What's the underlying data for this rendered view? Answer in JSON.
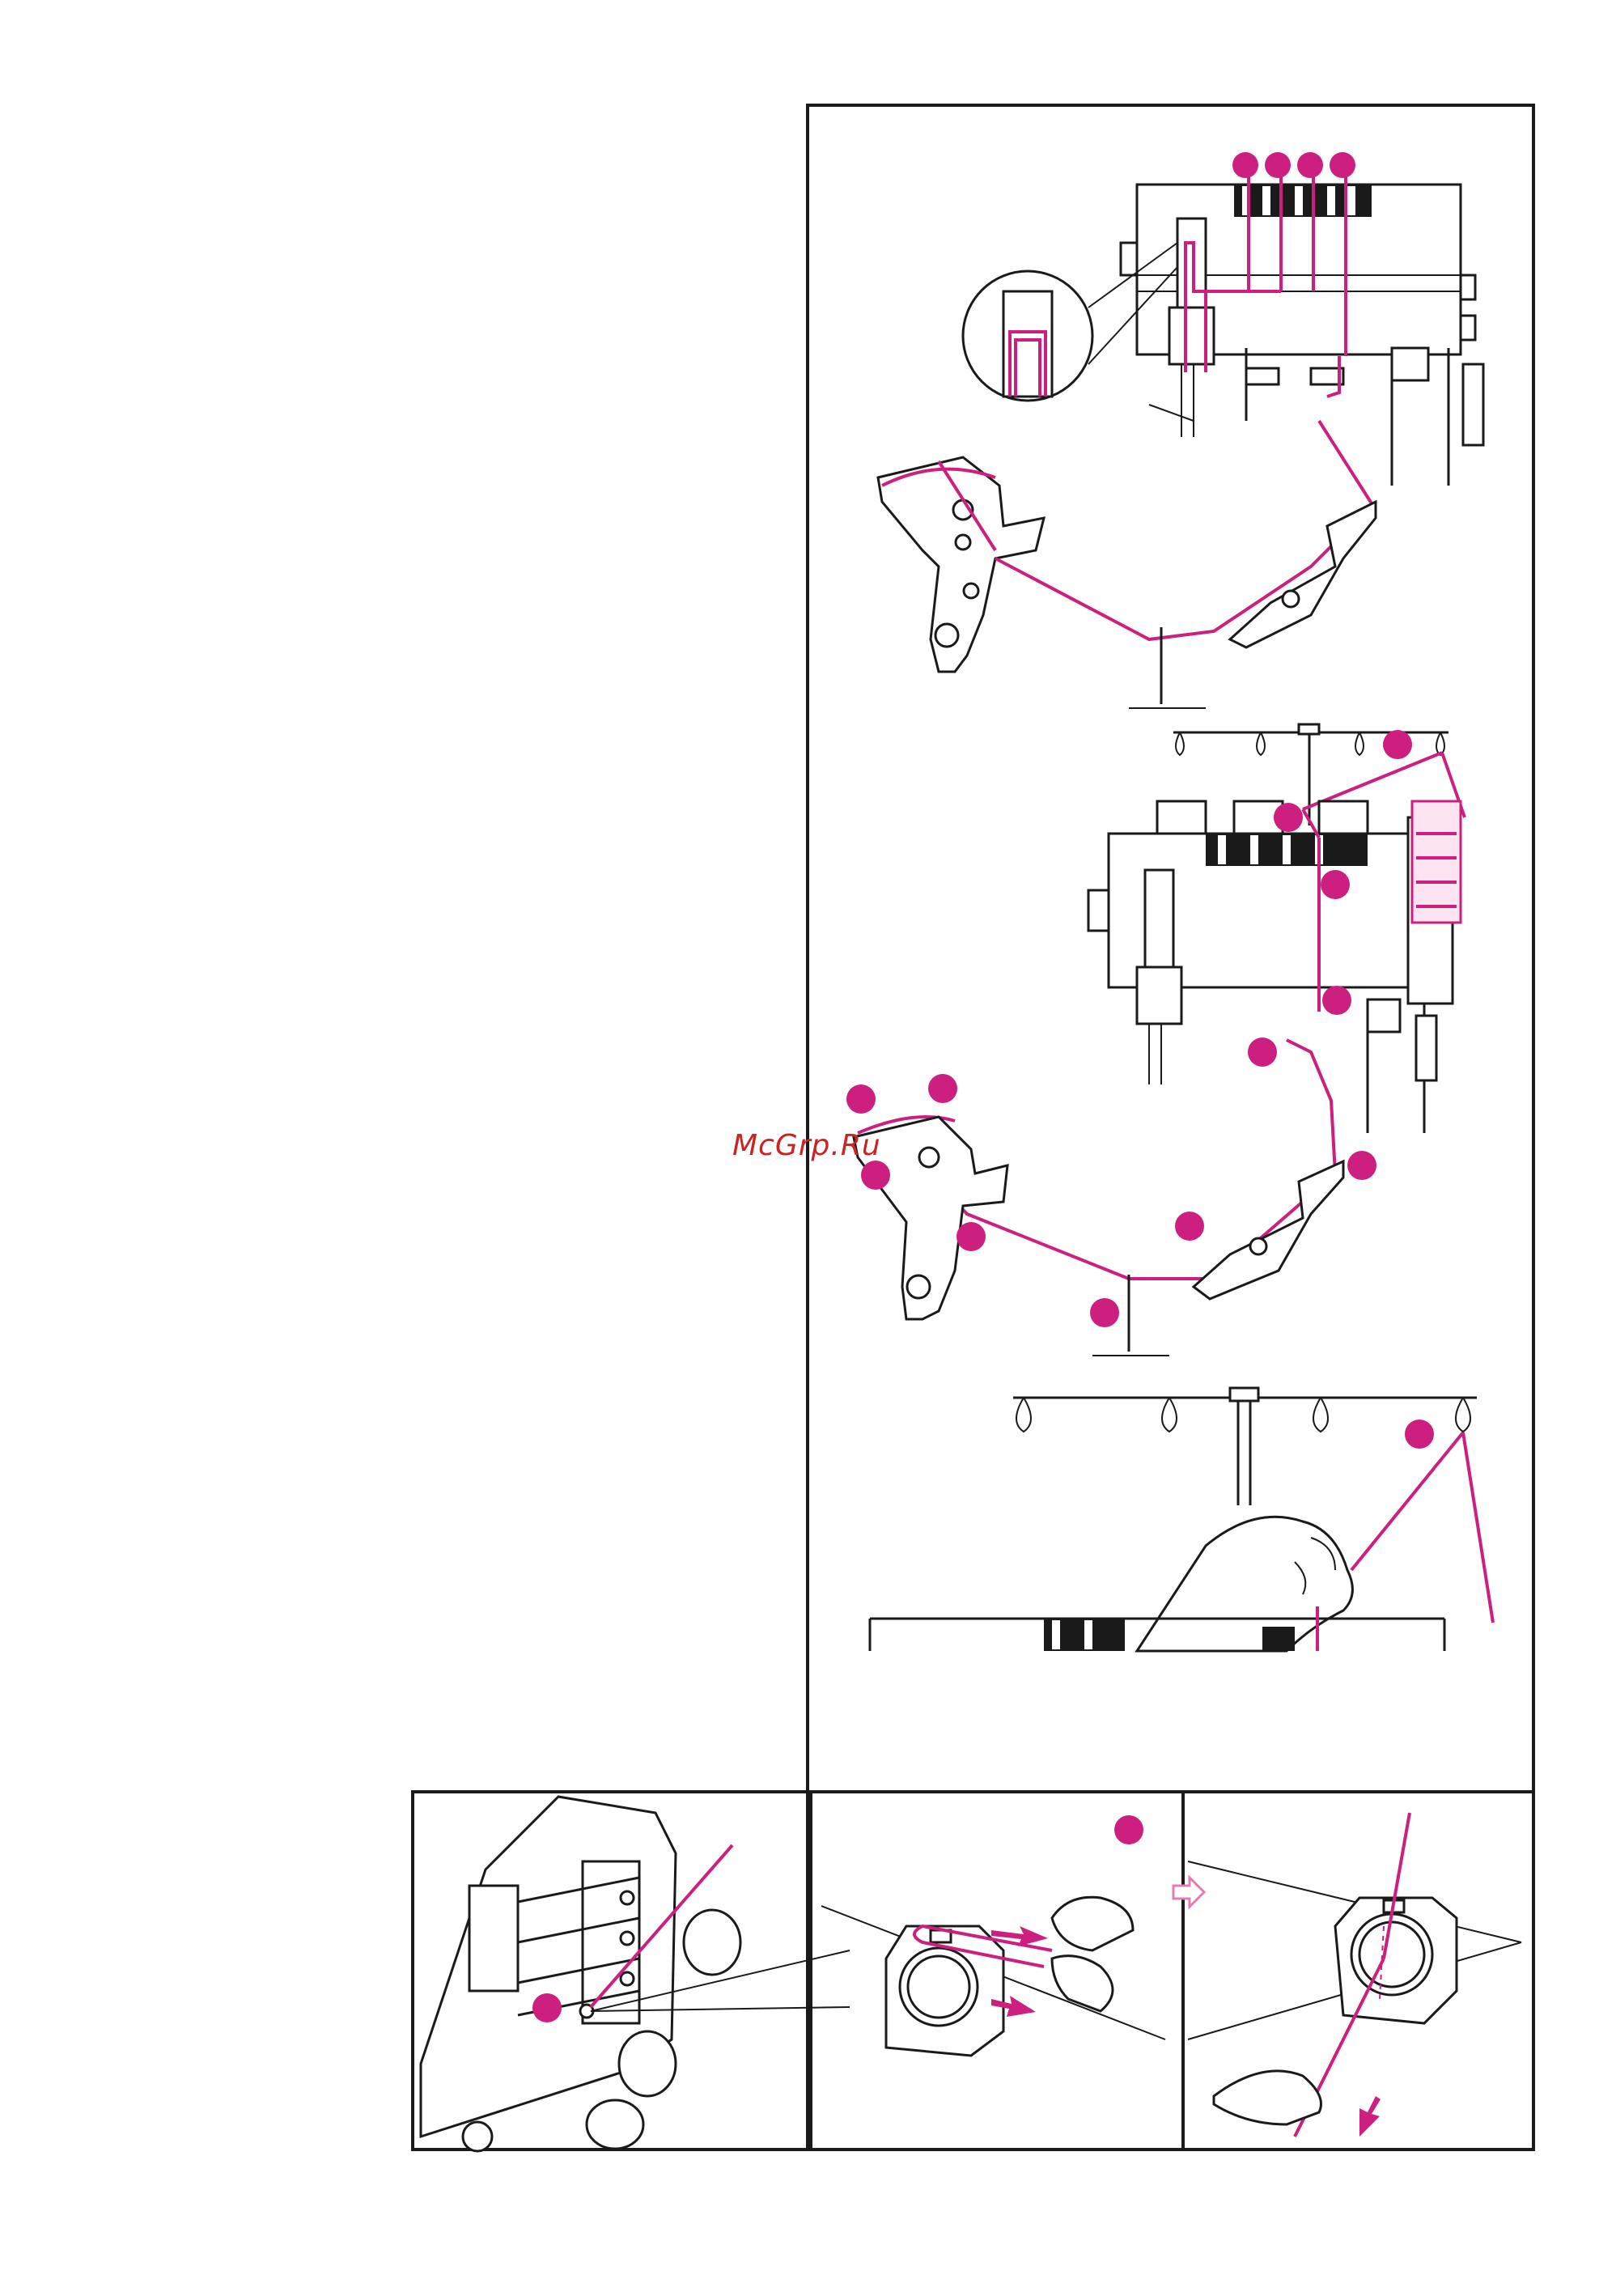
{
  "watermark": "McGrp.Ru",
  "colors": {
    "accent": "#cc1f80",
    "line": "#1a1a1a",
    "arrow_outline": "#e27db3"
  },
  "figures": [
    {
      "name": "looper-threading-diagram-upper",
      "callouts": 4
    },
    {
      "name": "looper-threading-diagram-lower",
      "callouts": 11
    },
    {
      "name": "thread-stand-hand-diagram",
      "callouts": 1
    },
    {
      "name": "thread-guide-closeup",
      "callouts": 1
    },
    {
      "name": "tension-dial-insertion",
      "callouts": 1
    },
    {
      "name": "tension-dial-pull-through",
      "callouts": 0
    }
  ]
}
